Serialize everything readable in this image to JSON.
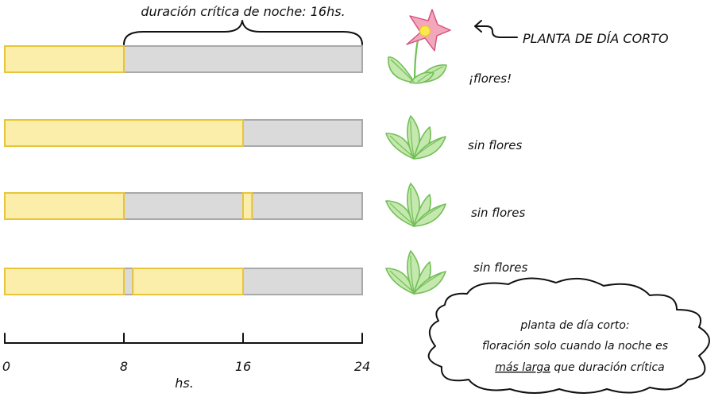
{
  "critical_label": "duración crítica de noche: 16hs.",
  "plant_type_label": "PLANTA DE DÍA CORTO",
  "rows": [
    {
      "result": "¡flores!",
      "flowering": true,
      "segments": [
        {
          "from": 0,
          "to": 8,
          "phase": "day"
        },
        {
          "from": 8,
          "to": 24,
          "phase": "night"
        }
      ]
    },
    {
      "result": "sin flores",
      "flowering": false,
      "segments": [
        {
          "from": 0,
          "to": 16,
          "phase": "day"
        },
        {
          "from": 16,
          "to": 24,
          "phase": "night"
        }
      ]
    },
    {
      "result": "sin flores",
      "flowering": false,
      "segments": [
        {
          "from": 0,
          "to": 8,
          "phase": "day"
        },
        {
          "from": 8,
          "to": 16,
          "phase": "night"
        },
        {
          "from": 16,
          "to": 16.6,
          "phase": "day"
        },
        {
          "from": 16.6,
          "to": 24,
          "phase": "night"
        }
      ]
    },
    {
      "result": "sin flores",
      "flowering": false,
      "segments": [
        {
          "from": 0,
          "to": 8,
          "phase": "day"
        },
        {
          "from": 8,
          "to": 8.6,
          "phase": "night"
        },
        {
          "from": 8.6,
          "to": 16,
          "phase": "day"
        },
        {
          "from": 16,
          "to": 24,
          "phase": "night"
        }
      ]
    }
  ],
  "axis": {
    "ticks": [
      "0",
      "8",
      "16",
      "24"
    ],
    "tick_values": [
      0,
      8,
      16,
      24
    ],
    "unit": "hs."
  },
  "note": {
    "line1": "planta de día corto:",
    "line2": "floración solo cuando la noche es",
    "line3_underlined": "más larga",
    "line3_rest": " que duración crítica"
  },
  "colors": {
    "day": "#fbeeaa",
    "night": "#dadada",
    "leaf": "#c4e8ad",
    "petal": "#f2a7bb"
  }
}
